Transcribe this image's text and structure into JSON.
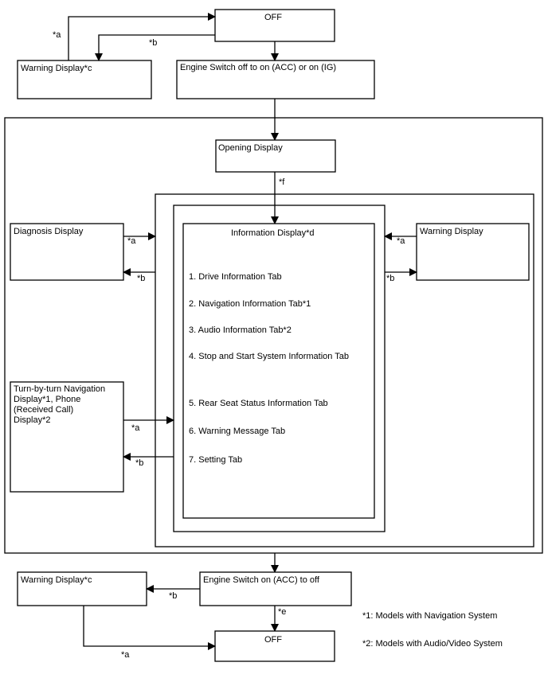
{
  "boxes": {
    "off_top": "OFF",
    "warning_display_c_top": "Warning Display*c",
    "engine_switch_on": "Engine Switch off to on (ACC) or on (IG)",
    "opening_display": "Opening Display",
    "diagnosis_display": "Diagnosis Display",
    "information_display": "Information Display*d",
    "warning_display_right": "Warning Display",
    "turn_by_turn": [
      "Turn-by-turn Navigation",
      "Display*1, Phone",
      "(Received Call)",
      "Display*2"
    ],
    "warning_display_c_bottom": "Warning Display*c",
    "engine_switch_off": "Engine Switch on (ACC) to off",
    "off_bottom": "OFF"
  },
  "tabs": [
    "1. Drive Information Tab",
    "2. Navigation Information Tab*1",
    "3. Audio Information Tab*2",
    "4. Stop and Start System Information Tab",
    "5. Rear Seat Status Information Tab",
    "6. Warning Message Tab",
    "7. Setting Tab"
  ],
  "arrow_labels": {
    "a": "*a",
    "b": "*b",
    "e": "*e",
    "f": "*f"
  },
  "notes": [
    "*1: Models with Navigation System",
    "*2: Models with Audio/Video System"
  ]
}
